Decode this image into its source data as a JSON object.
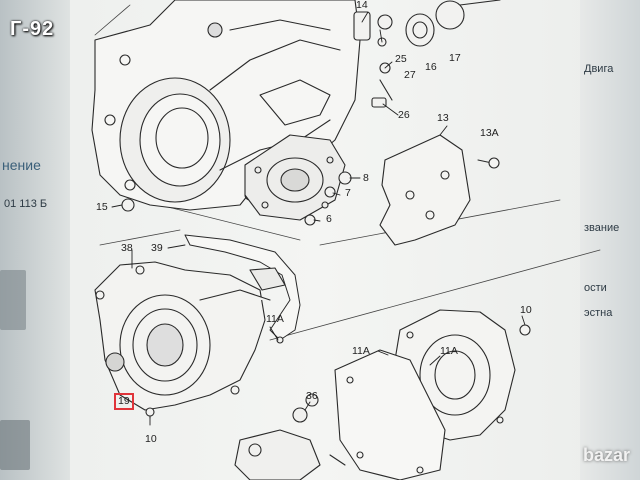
{
  "watermark": "Г-92",
  "logo": "bazar",
  "left_panel": {
    "text_1": "нение",
    "text_2": "01 113 Б"
  },
  "right_panel": {
    "text_1": "Двига",
    "text_2": "звание",
    "text_3": "ости",
    "text_4": "эстна"
  },
  "callouts": {
    "c14": "14",
    "c16": "16",
    "c17": "17",
    "c25": "25",
    "c27": "27",
    "c26": "26",
    "c13": "13",
    "c13a": "13A",
    "c8": "8",
    "c7": "7",
    "c6": "6",
    "c15": "15",
    "c38": "38",
    "c39": "39",
    "c11a_1": "11A",
    "c11a_2": "11A",
    "c11a_3": "11A",
    "c10_1": "10",
    "c10_2": "10",
    "c19": "19",
    "c36": "36"
  },
  "highlight_color": "#e0343a"
}
